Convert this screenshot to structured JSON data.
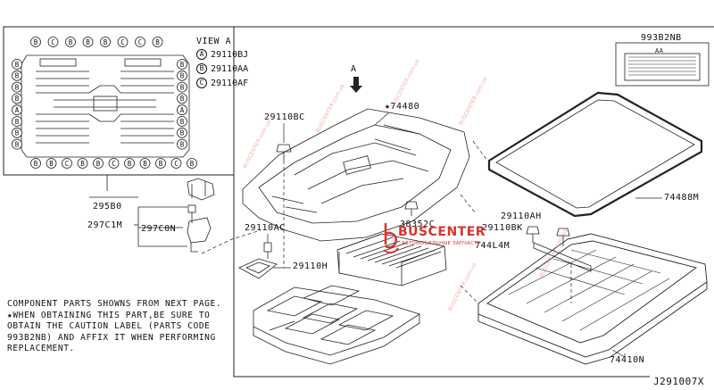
{
  "view": {
    "title": "VIEW A",
    "legend": [
      {
        "key": "A",
        "code": "29110BJ"
      },
      {
        "key": "B",
        "code": "29110AA"
      },
      {
        "key": "C",
        "code": "29110AF"
      }
    ],
    "top_row": [
      "B",
      "C",
      "B",
      "B",
      "B",
      "C",
      "C",
      "B"
    ],
    "bottom_row": [
      "B",
      "B",
      "C",
      "B",
      "B",
      "C",
      "B",
      "B",
      "B",
      "C",
      "B"
    ],
    "left_col": [
      "B",
      "B",
      "B",
      "B",
      "A",
      "B",
      "B",
      "B"
    ],
    "right_col": [
      "B",
      "B",
      "B",
      "B",
      "A",
      "B",
      "B",
      "B"
    ]
  },
  "labels": {
    "p295b0": "295B0",
    "p297c1m": "297C1M",
    "p297c0n": "297C0N",
    "p29110bc": "29110BC",
    "p74480": "★74480",
    "p29110ac": "29110AC",
    "p29110h": "29110H",
    "p38352c": "38352C",
    "p29110ah": "29110AH",
    "p29110bk": "29110BK",
    "p744l4m": "744L4M",
    "p74488m": "74488M",
    "p74410n": "74410N",
    "p993b2nb": "993B2NB",
    "caution_sub": "AA",
    "view_arrow": "A",
    "drawing_id": "J291007X"
  },
  "note": {
    "line1": "COMPONENT PARTS SHOWNS FROM NEXT PAGE.",
    "line2": "★WHEN OBTAINING THIS PART,BE SURE TO",
    "line3": "OBTAIN THE CAUTION LABEL (PARTS CODE",
    "line4": "993B2NB) AND AFFIX IT WHEN PERFORMING",
    "line5": "REPLACEMENT."
  },
  "watermark": {
    "name": "BUSCENTER",
    "tagline": "АВТОМОБИЛЬНЫЕ ЗАПЧАСТИ",
    "repeat": "BUSCENTER.com.ua",
    "color": "#d9342b"
  }
}
